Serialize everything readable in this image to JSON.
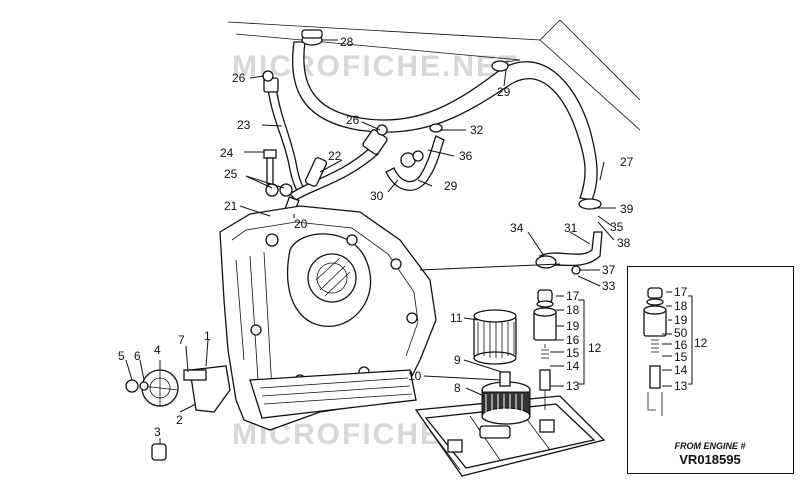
{
  "watermark": {
    "top": "MICROFICHE.NET",
    "bottom": "MICROFICHE.NET"
  },
  "inset": {
    "caption_line1": "FROM ENGINE #",
    "caption_line2": "VR018595"
  },
  "callouts": {
    "c1": "1",
    "c2": "2",
    "c3": "3",
    "c4": "4",
    "c5": "5",
    "c6": "6",
    "c7": "7",
    "c8": "8",
    "c9": "9",
    "c10": "10",
    "c11": "11",
    "c12": "12",
    "c13": "13",
    "c14": "14",
    "c15": "15",
    "c16": "16",
    "c17": "17",
    "c18": "18",
    "c19": "19",
    "c20": "20",
    "c21": "21",
    "c22": "22",
    "c23": "23",
    "c24": "24",
    "c25": "25",
    "c26a": "26",
    "c26b": "26",
    "c27": "27",
    "c28": "28",
    "c29a": "29",
    "c29b": "29",
    "c30": "30",
    "c31": "31",
    "c32": "32",
    "c33": "33",
    "c34": "34",
    "c35": "35",
    "c36": "36",
    "c37": "37",
    "c38": "38",
    "c39": "39",
    "i17": "17",
    "i18": "18",
    "i19": "19",
    "i50": "50",
    "i16": "16",
    "i12": "12",
    "i15": "15",
    "i14": "14",
    "i13": "13"
  }
}
